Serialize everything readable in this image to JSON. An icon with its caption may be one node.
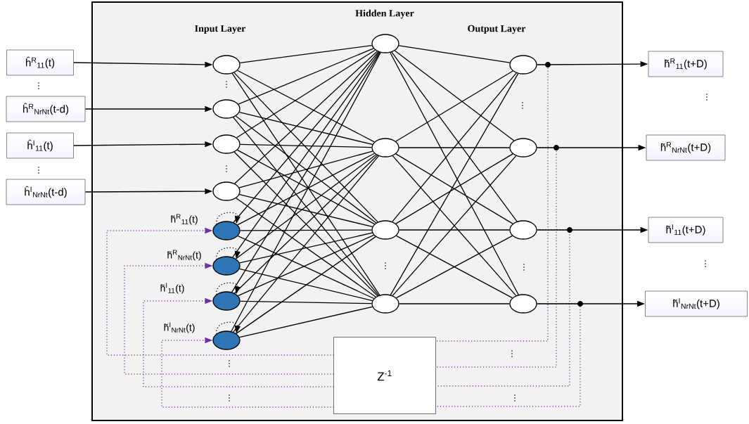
{
  "diagram": {
    "nodes": [
      {
        "text": [
          "ĥ$^{R}$$_{11}$(t)"
        ]
      },
      {
        "text": [
          "ĥ$^{R}$$_{NrNt}$(t-d)"
        ]
      },
      {
        "text": [
          "ĥ$^{I}$$_{11}$(t)"
        ]
      },
      {
        "text": [
          "ĥ$^{I}$$_{NrNt}$(t-d)"
        ]
      },
      {
        "text": [],
        "shape": "circle"
      },
      {
        "text": [],
        "shape": "circle"
      },
      {
        "text": [],
        "shape": "circle"
      },
      {
        "text": [],
        "shape": "circle"
      },
      {
        "text": [],
        "shape": "circle",
        "beside": [
          "h̃$^{R}$$_{11}$(t)"
        ]
      },
      {
        "text": [],
        "shape": "circle",
        "beside": [
          "h̃$^{R}$$_{NrNt}$(t)"
        ]
      },
      {
        "text": [],
        "shape": "circle",
        "beside": [
          "h̃$^{I}$$_{11}$(t)"
        ]
      },
      {
        "text": [],
        "shape": "circle",
        "beside": [
          "h̃$^{I}$$_{NrNt}$(t)"
        ]
      },
      {
        "text": [],
        "shape": "circle"
      },
      {
        "text": [],
        "shape": "circle"
      },
      {
        "text": [],
        "shape": "circle"
      },
      {
        "text": [],
        "shape": "circle"
      },
      {
        "text": [],
        "shape": "circle"
      },
      {
        "text": [],
        "shape": "circle"
      },
      {
        "text": [],
        "shape": "circle"
      },
      {
        "text": [],
        "shape": "circle"
      },
      {
        "text": [
          "h̃$^{R}$$_{11}$(t+D)"
        ]
      },
      {
        "text": [
          "h̃$^{R}$$_{NrNt}$(t+D)"
        ]
      },
      {
        "text": [
          "h̃$^{I}$$_{11}$(t+D)"
        ]
      },
      {
        "text": [
          "h̃$^{I}$$_{NrNt}$(t+D)"
        ]
      },
      {
        "text": [
          "Z$^{-1}$"
        ]
      }
    ],
    "edges": [
      {
        "from": 0,
        "to": 4,
        "arrow": "to"
      },
      {
        "from": 1,
        "to": 5,
        "arrow": "to"
      },
      {
        "from": 2,
        "to": 6,
        "arrow": "to"
      },
      {
        "from": 3,
        "to": 7,
        "arrow": "to"
      },
      {
        "from": 16,
        "to": 24,
        "arrow": "none",
        "style": "dashed",
        "color": "#7030a0"
      },
      {
        "from": 17,
        "to": 24,
        "arrow": "none",
        "style": "dashed",
        "color": "#7030a0"
      },
      {
        "from": 18,
        "to": 24,
        "arrow": "none",
        "style": "dashed",
        "color": "#7030a0"
      },
      {
        "from": 19,
        "to": 24,
        "arrow": "none",
        "style": "dashed",
        "color": "#7030a0"
      },
      {
        "from": 24,
        "to": 8,
        "arrow": "to",
        "style": "dashed",
        "color": "#7030a0"
      },
      {
        "from": 24,
        "to": 9,
        "arrow": "to",
        "style": "dashed",
        "color": "#7030a0"
      },
      {
        "from": 24,
        "to": 10,
        "arrow": "to",
        "style": "dashed",
        "color": "#7030a0"
      },
      {
        "from": 24,
        "to": 11,
        "arrow": "to",
        "style": "dashed",
        "color": "#7030a0"
      },
      {
        "from": 8,
        "to": 8,
        "arrow": "to",
        "style": "dashed"
      },
      {
        "from": 9,
        "to": 9,
        "arrow": "to",
        "style": "dashed"
      },
      {
        "from": 10,
        "to": 10,
        "arrow": "to",
        "style": "dashed"
      },
      {
        "from": 11,
        "to": 11,
        "arrow": "to",
        "style": "dashed"
      },
      {
        "from": 4,
        "to": 12,
        "arrow": "none"
      },
      {
        "from": 4,
        "to": 13,
        "arrow": "none"
      },
      {
        "from": 4,
        "to": 14,
        "arrow": "none"
      },
      {
        "from": 4,
        "to": 15,
        "arrow": "none"
      },
      {
        "from": 5,
        "to": 12,
        "arrow": "none"
      },
      {
        "from": 5,
        "to": 13,
        "arrow": "none"
      },
      {
        "from": 5,
        "to": 14,
        "arrow": "none"
      },
      {
        "from": 5,
        "to": 15,
        "arrow": "none"
      },
      {
        "from": 6,
        "to": 12,
        "arrow": "none"
      },
      {
        "from": 6,
        "to": 13,
        "arrow": "none"
      },
      {
        "from": 6,
        "to": 14,
        "arrow": "none"
      },
      {
        "from": 6,
        "to": 15,
        "arrow": "none"
      },
      {
        "from": 7,
        "to": 12,
        "arrow": "none"
      },
      {
        "from": 7,
        "to": 13,
        "arrow": "none"
      },
      {
        "from": 7,
        "to": 14,
        "arrow": "none"
      },
      {
        "from": 7,
        "to": 15,
        "arrow": "none"
      },
      {
        "from": 8,
        "to": 12,
        "arrow": "none"
      },
      {
        "from": 8,
        "to": 13,
        "arrow": "none"
      },
      {
        "from": 8,
        "to": 14,
        "arrow": "none"
      },
      {
        "from": 8,
        "to": 15,
        "arrow": "none"
      },
      {
        "from": 9,
        "to": 12,
        "arrow": "none"
      },
      {
        "from": 9,
        "to": 13,
        "arrow": "none"
      },
      {
        "from": 9,
        "to": 14,
        "arrow": "none"
      },
      {
        "from": 9,
        "to": 15,
        "arrow": "none"
      },
      {
        "from": 10,
        "to": 12,
        "arrow": "none"
      },
      {
        "from": 10,
        "to": 13,
        "arrow": "none"
      },
      {
        "from": 10,
        "to": 14,
        "arrow": "none"
      },
      {
        "from": 10,
        "to": 15,
        "arrow": "none"
      },
      {
        "from": 11,
        "to": 12,
        "arrow": "none"
      },
      {
        "from": 11,
        "to": 13,
        "arrow": "none"
      },
      {
        "from": 11,
        "to": 14,
        "arrow": "none"
      },
      {
        "from": 11,
        "to": 15,
        "arrow": "none"
      },
      {
        "from": 12,
        "to": 16,
        "arrow": "none"
      },
      {
        "from": 12,
        "to": 17,
        "arrow": "none"
      },
      {
        "from": 12,
        "to": 18,
        "arrow": "none"
      },
      {
        "from": 12,
        "to": 19,
        "arrow": "none"
      },
      {
        "from": 13,
        "to": 16,
        "arrow": "none"
      },
      {
        "from": 13,
        "to": 17,
        "arrow": "none"
      },
      {
        "from": 13,
        "to": 18,
        "arrow": "none"
      },
      {
        "from": 13,
        "to": 19,
        "arrow": "none"
      },
      {
        "from": 14,
        "to": 16,
        "arrow": "none"
      },
      {
        "from": 14,
        "to": 17,
        "arrow": "none"
      },
      {
        "from": 14,
        "to": 18,
        "arrow": "none"
      },
      {
        "from": 14,
        "to": 19,
        "arrow": "none"
      },
      {
        "from": 15,
        "to": 16,
        "arrow": "none"
      },
      {
        "from": 15,
        "to": 17,
        "arrow": "none"
      },
      {
        "from": 15,
        "to": 18,
        "arrow": "none"
      },
      {
        "from": 15,
        "to": 19,
        "arrow": "none"
      },
      {
        "from": 16,
        "to": 20,
        "arrow": "to"
      },
      {
        "from": 17,
        "to": 21,
        "arrow": "to"
      },
      {
        "from": 18,
        "to": 22,
        "arrow": "to"
      },
      {
        "from": 19,
        "to": 23,
        "arrow": "to"
      }
    ],
    "labels": [
      "Hidden Layer",
      "Input Layer",
      "Output Layer",
      "⋮",
      "⋮",
      "⋮",
      "⋮",
      "⋮",
      "⋮",
      "⋮",
      "⋮",
      "⋮",
      "⋮",
      "⋮",
      "⋮",
      "⋮"
    ]
  }
}
